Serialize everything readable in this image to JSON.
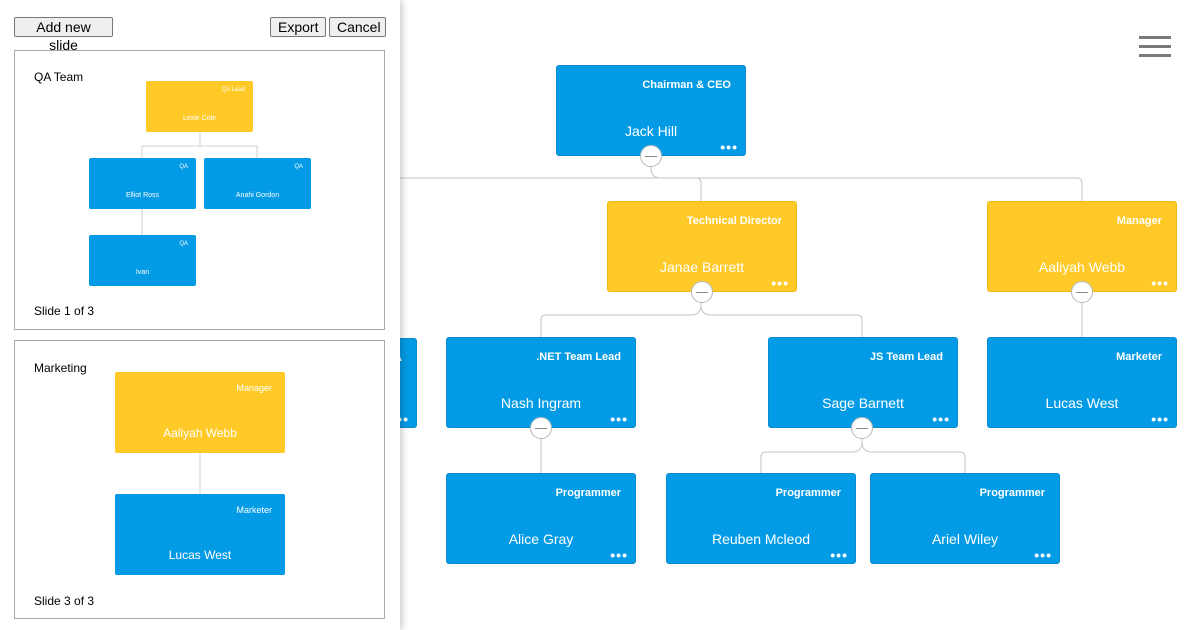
{
  "toolbar": {
    "add_slide_label": "Add new slide",
    "export_label": "Export",
    "cancel_label": "Cancel"
  },
  "slides": [
    {
      "title": "QA Team",
      "footer": "Slide 1 of 3",
      "nodes": [
        {
          "title": "QA Lead",
          "name": "Lexie Cole"
        },
        {
          "title": "QA",
          "name": "Elliot Ross"
        },
        {
          "title": "QA",
          "name": "Anahi Gordon"
        },
        {
          "title": "QA",
          "name": "Ivan"
        }
      ]
    },
    {
      "title": "Marketing",
      "footer": "Slide 3 of 3",
      "nodes": [
        {
          "title": "Manager",
          "name": "Aaliyah Webb"
        },
        {
          "title": "Marketer",
          "name": "Lucas West"
        }
      ]
    }
  ],
  "org": {
    "nodes": [
      {
        "title": "Chairman & CEO",
        "name": "Jack Hill"
      },
      {
        "title": "Technical Director",
        "name": "Janae Barrett"
      },
      {
        "title": "Manager",
        "name": "Aaliyah Webb"
      },
      {
        "title": ".NET Team Lead",
        "name": "Nash Ingram"
      },
      {
        "title": "JS Team Lead",
        "name": "Sage Barnett"
      },
      {
        "title": "Marketer",
        "name": "Lucas West"
      },
      {
        "title": "Programmer",
        "name": "Alice Gray"
      },
      {
        "title": "Programmer",
        "name": "Reuben Mcleod"
      },
      {
        "title": "Programmer",
        "name": "Ariel Wiley"
      }
    ],
    "more_glyph": "•••",
    "partial_node_title": "A"
  },
  "colors": {
    "blue": "#039be5",
    "yellow": "#ffca28",
    "link": "#c0c0c0"
  },
  "icons": {
    "menu": "hamburger-menu-icon",
    "collapse": "collapse-circle-icon",
    "more": "more-dots-icon"
  }
}
